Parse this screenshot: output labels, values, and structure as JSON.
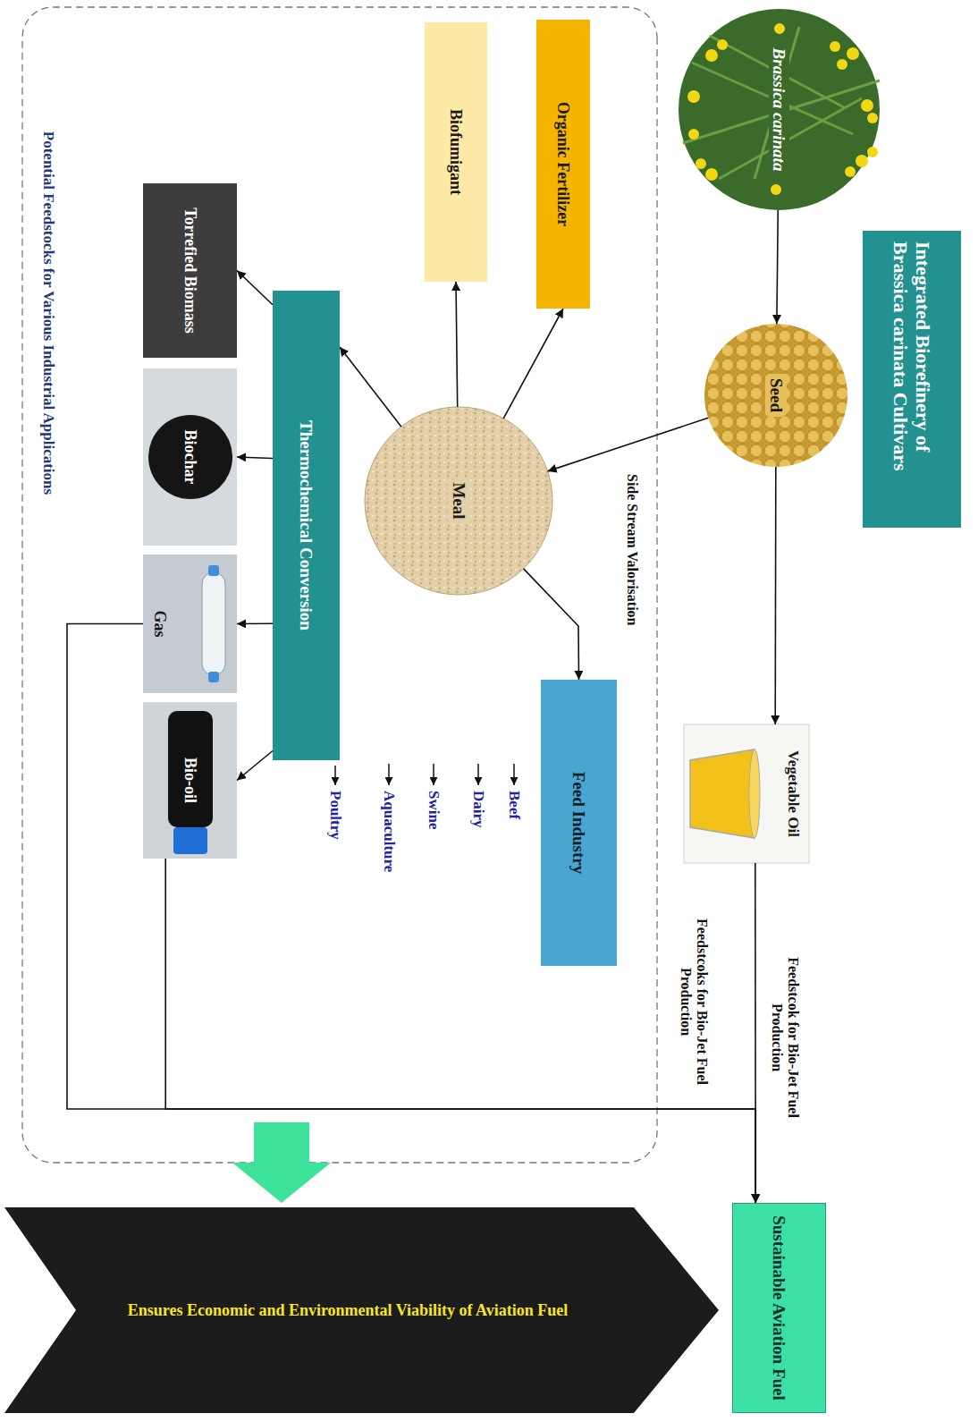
{
  "diagram": {
    "title": "Integrated Biorefinery of Brassica carinata Cultivars",
    "nodes": [
      {
        "text": [
          "Brassica carinata"
        ]
      },
      {
        "text": [
          "Seed"
        ]
      },
      {
        "text": [
          "Vegetable Oil"
        ]
      },
      {
        "text": [
          "Sustainable Aviation Fuel"
        ]
      },
      {
        "text": [
          "Organic Fertilizer"
        ]
      },
      {
        "text": [
          "Biofumigant"
        ]
      },
      {
        "text": [
          "Meal"
        ]
      },
      {
        "text": [
          "Feed Industry"
        ]
      },
      {
        "text": [
          "Thermochemical Conversion"
        ]
      },
      {
        "text": [
          "Torrefied Biomass"
        ]
      },
      {
        "text": [
          "Biochar"
        ]
      },
      {
        "text": [
          "Gas"
        ]
      },
      {
        "text": [
          "Bio-oil"
        ]
      },
      {
        "text": [
          "Ensures Economic and Environmental Viability of Aviation Fuel"
        ]
      }
    ],
    "edges": [
      {
        "from": 0,
        "to": 1,
        "arrow": "to"
      },
      {
        "from": 1,
        "to": 2,
        "arrow": "to"
      },
      {
        "from": 1,
        "to": 6,
        "arrow": "to"
      },
      {
        "from": 2,
        "to": 3,
        "arrow": "to"
      },
      {
        "from": 6,
        "to": 4,
        "arrow": "to"
      },
      {
        "from": 6,
        "to": 5,
        "arrow": "to"
      },
      {
        "from": 6,
        "to": 7,
        "arrow": "to"
      },
      {
        "from": 6,
        "to": 8,
        "arrow": "to"
      },
      {
        "from": 8,
        "to": 9,
        "arrow": "to"
      },
      {
        "from": 8,
        "to": 10,
        "arrow": "to"
      },
      {
        "from": 8,
        "to": 11,
        "arrow": "to"
      },
      {
        "from": 8,
        "to": 12,
        "arrow": "to"
      },
      {
        "from": 11,
        "to": 3,
        "arrow": "to"
      },
      {
        "from": 12,
        "to": 3,
        "arrow": "to"
      }
    ],
    "labels": [
      "Feedstcok for Bio-Jet Fuel Production",
      "Side Stream Valorisation",
      "Beef",
      "Dairy",
      "Swine",
      "Aquaculture",
      "Poultry",
      "Feedstcoks for Bio-Jet Fuel Production",
      "Potential Feedstocks for Various Industrial Applications"
    ]
  }
}
